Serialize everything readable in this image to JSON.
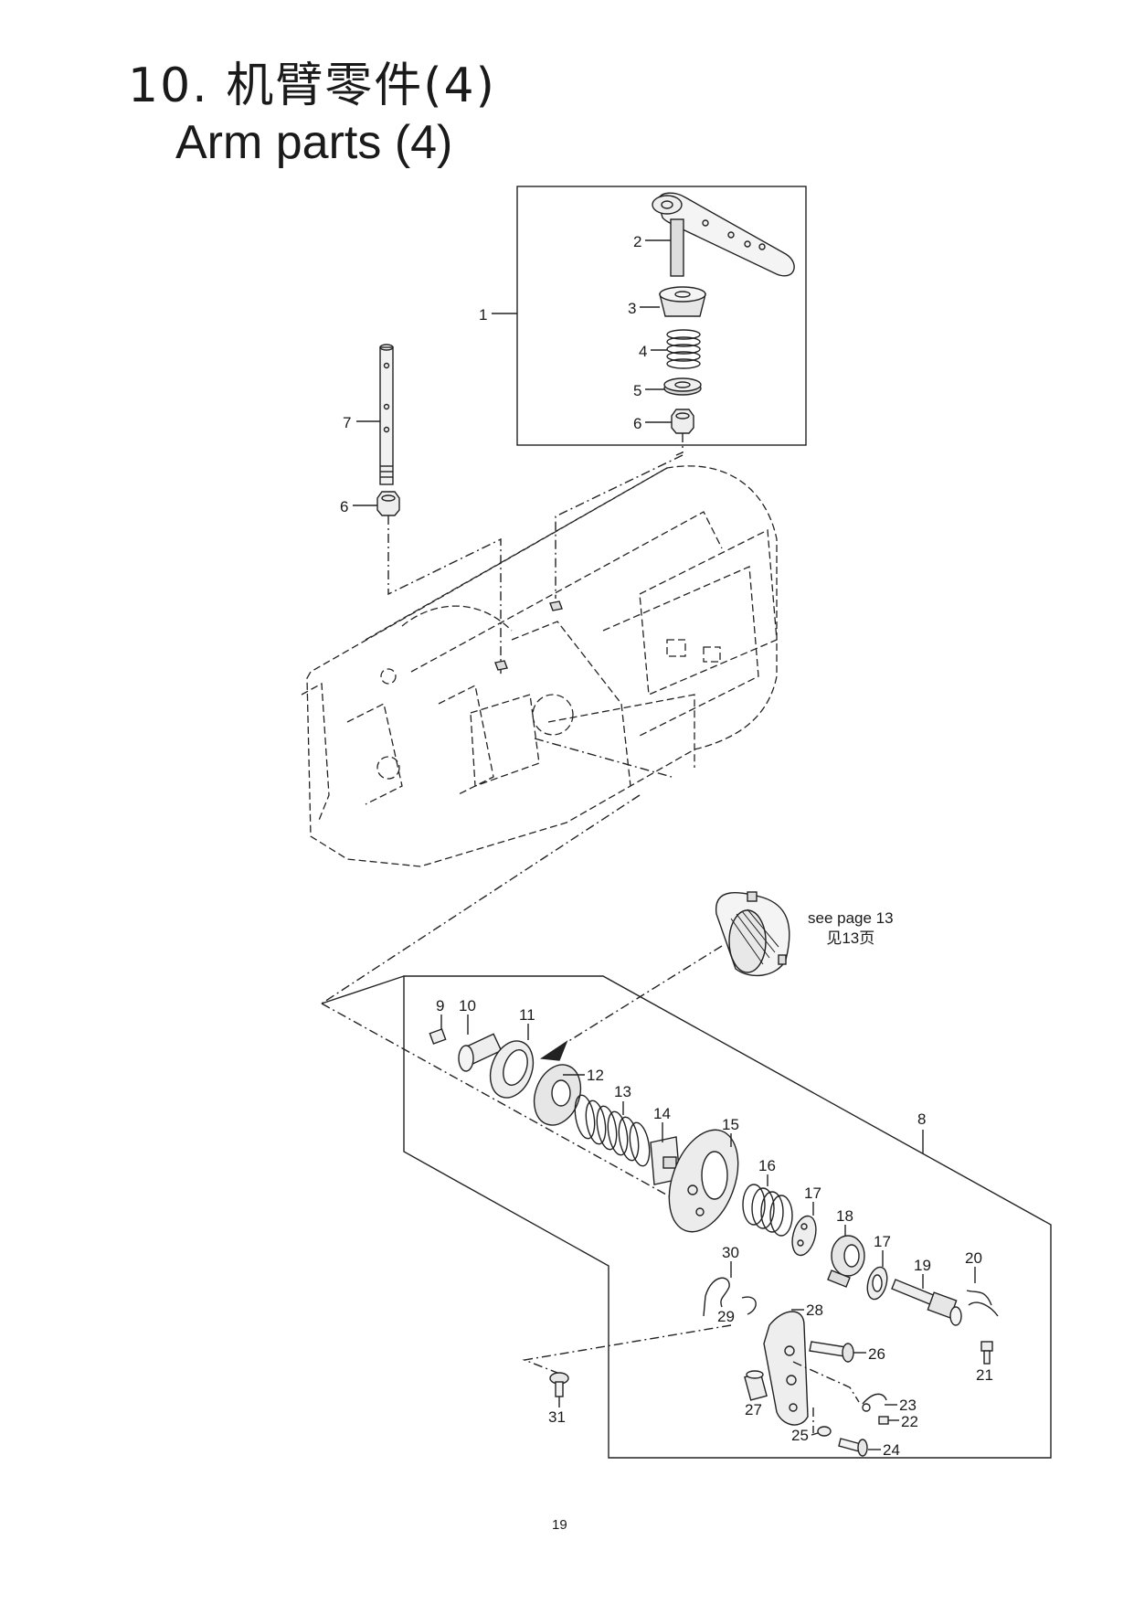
{
  "title": {
    "number": "10.",
    "chinese": "机臂零件(4)",
    "english": "Arm parts (4)"
  },
  "reference": {
    "text_en": "see page 13",
    "text_cn": "见13页"
  },
  "page_number": "19",
  "callouts": [
    {
      "id": "c1",
      "label": "1"
    },
    {
      "id": "c2",
      "label": "2"
    },
    {
      "id": "c3",
      "label": "3"
    },
    {
      "id": "c4",
      "label": "4"
    },
    {
      "id": "c5",
      "label": "5"
    },
    {
      "id": "c6a",
      "label": "6"
    },
    {
      "id": "c6b",
      "label": "6"
    },
    {
      "id": "c7",
      "label": "7"
    },
    {
      "id": "c8",
      "label": "8"
    },
    {
      "id": "c9",
      "label": "9"
    },
    {
      "id": "c10",
      "label": "10"
    },
    {
      "id": "c11",
      "label": "11"
    },
    {
      "id": "c12",
      "label": "12"
    },
    {
      "id": "c13",
      "label": "13"
    },
    {
      "id": "c14",
      "label": "14"
    },
    {
      "id": "c15",
      "label": "15"
    },
    {
      "id": "c16",
      "label": "16"
    },
    {
      "id": "c17a",
      "label": "17"
    },
    {
      "id": "c17b",
      "label": "17"
    },
    {
      "id": "c18",
      "label": "18"
    },
    {
      "id": "c19",
      "label": "19"
    },
    {
      "id": "c20",
      "label": "20"
    },
    {
      "id": "c21",
      "label": "21"
    },
    {
      "id": "c22",
      "label": "22"
    },
    {
      "id": "c23",
      "label": "23"
    },
    {
      "id": "c24",
      "label": "24"
    },
    {
      "id": "c25",
      "label": "25"
    },
    {
      "id": "c26",
      "label": "26"
    },
    {
      "id": "c27",
      "label": "27"
    },
    {
      "id": "c28",
      "label": "28"
    },
    {
      "id": "c29",
      "label": "29"
    },
    {
      "id": "c30",
      "label": "30"
    },
    {
      "id": "c31",
      "label": "31"
    }
  ]
}
